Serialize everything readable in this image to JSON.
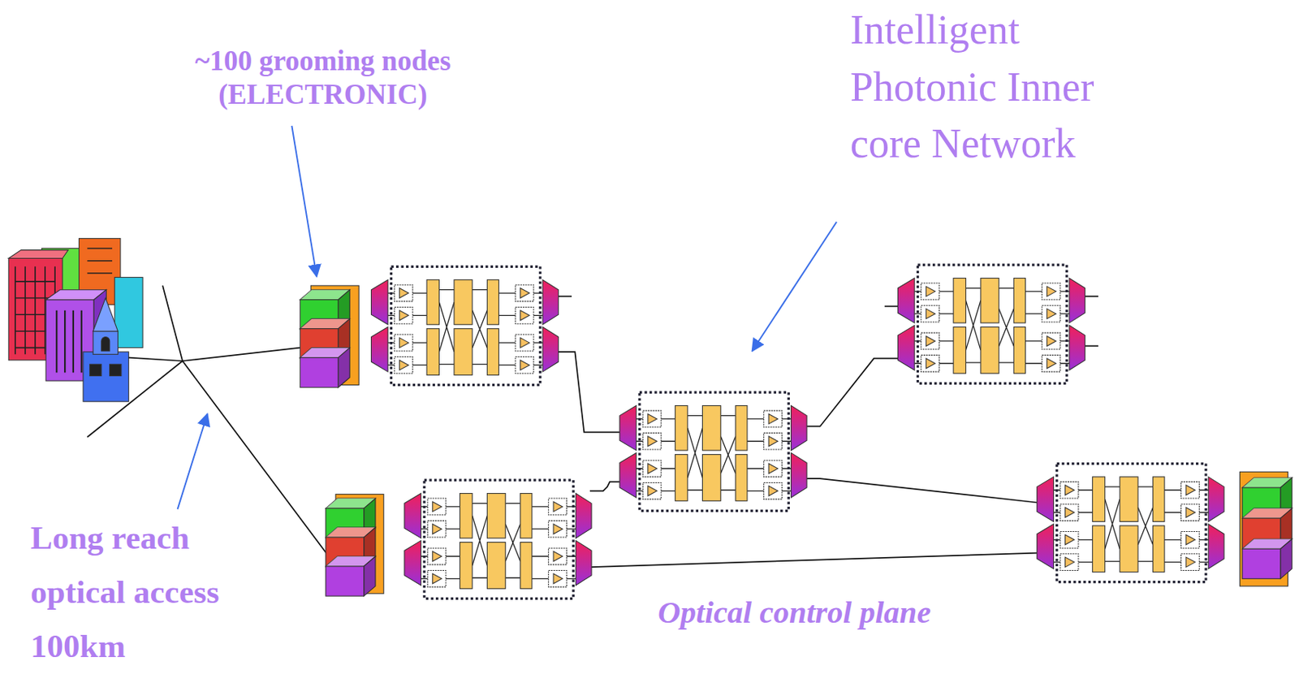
{
  "diagram": {
    "labels": [
      "~100 grooming nodes (ELECTRONIC)",
      "Intelligent Photonic Inner core Network",
      "Long reach optical access 100km",
      "Optical control plane"
    ]
  }
}
